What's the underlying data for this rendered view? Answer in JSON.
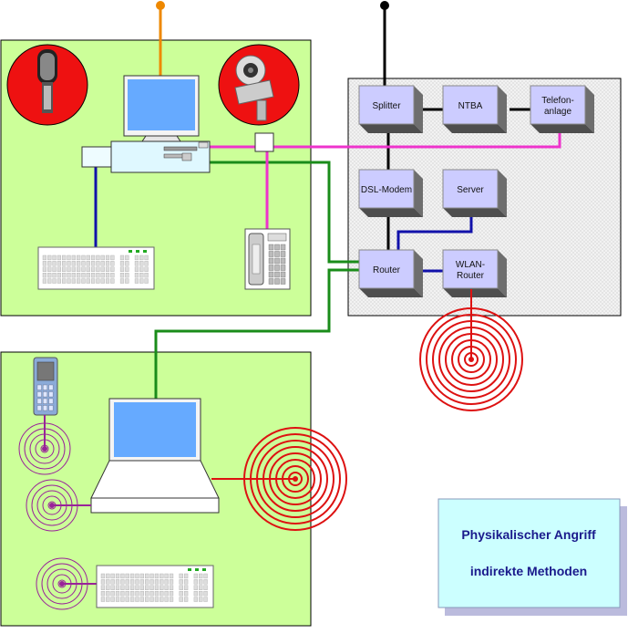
{
  "nodes": {
    "splitter": "Splitter",
    "ntba": "NTBA",
    "telefon_line1": "Telefon-",
    "telefon_line2": "anlage",
    "dsl_modem": "DSL-Modem",
    "server": "Server",
    "router": "Router",
    "wlan_line1": "WLAN-",
    "wlan_line2": "Router"
  },
  "title_box": {
    "line1": "Physikalischer Angriff",
    "line2": "indirekte Methoden"
  },
  "colors": {
    "zone_green": "#ccff99",
    "network_box": "#eeeeee",
    "device_box": "#ccccff",
    "title_box": "#ccffff",
    "title_text": "#1a1a8c",
    "wire_orange": "#ee8800",
    "wire_black": "#000000",
    "wire_green": "#1a8c1a",
    "wire_magenta": "#ee33cc",
    "wire_blue": "#1111aa",
    "radio_red": "#dd1111",
    "radio_purple": "#992299",
    "warning_red": "#dd1111"
  },
  "icons": [
    "microphone-icon",
    "webcam-icon",
    "desktop-pc-icon",
    "keyboard-icon",
    "phone-base-icon",
    "mobile-phone-icon",
    "laptop-icon"
  ]
}
